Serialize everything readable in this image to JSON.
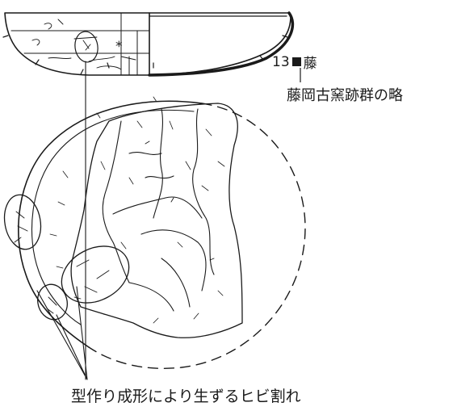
{
  "labels": {
    "specimen_number": "13",
    "specimen_name": "藤",
    "site_name": "藤岡古窯跡群の略",
    "caption": "型作り成形により生ずるヒビ割れ",
    "asterisk": "*"
  },
  "colors": {
    "ink": "#1a1a1a",
    "background": "#ffffff"
  }
}
